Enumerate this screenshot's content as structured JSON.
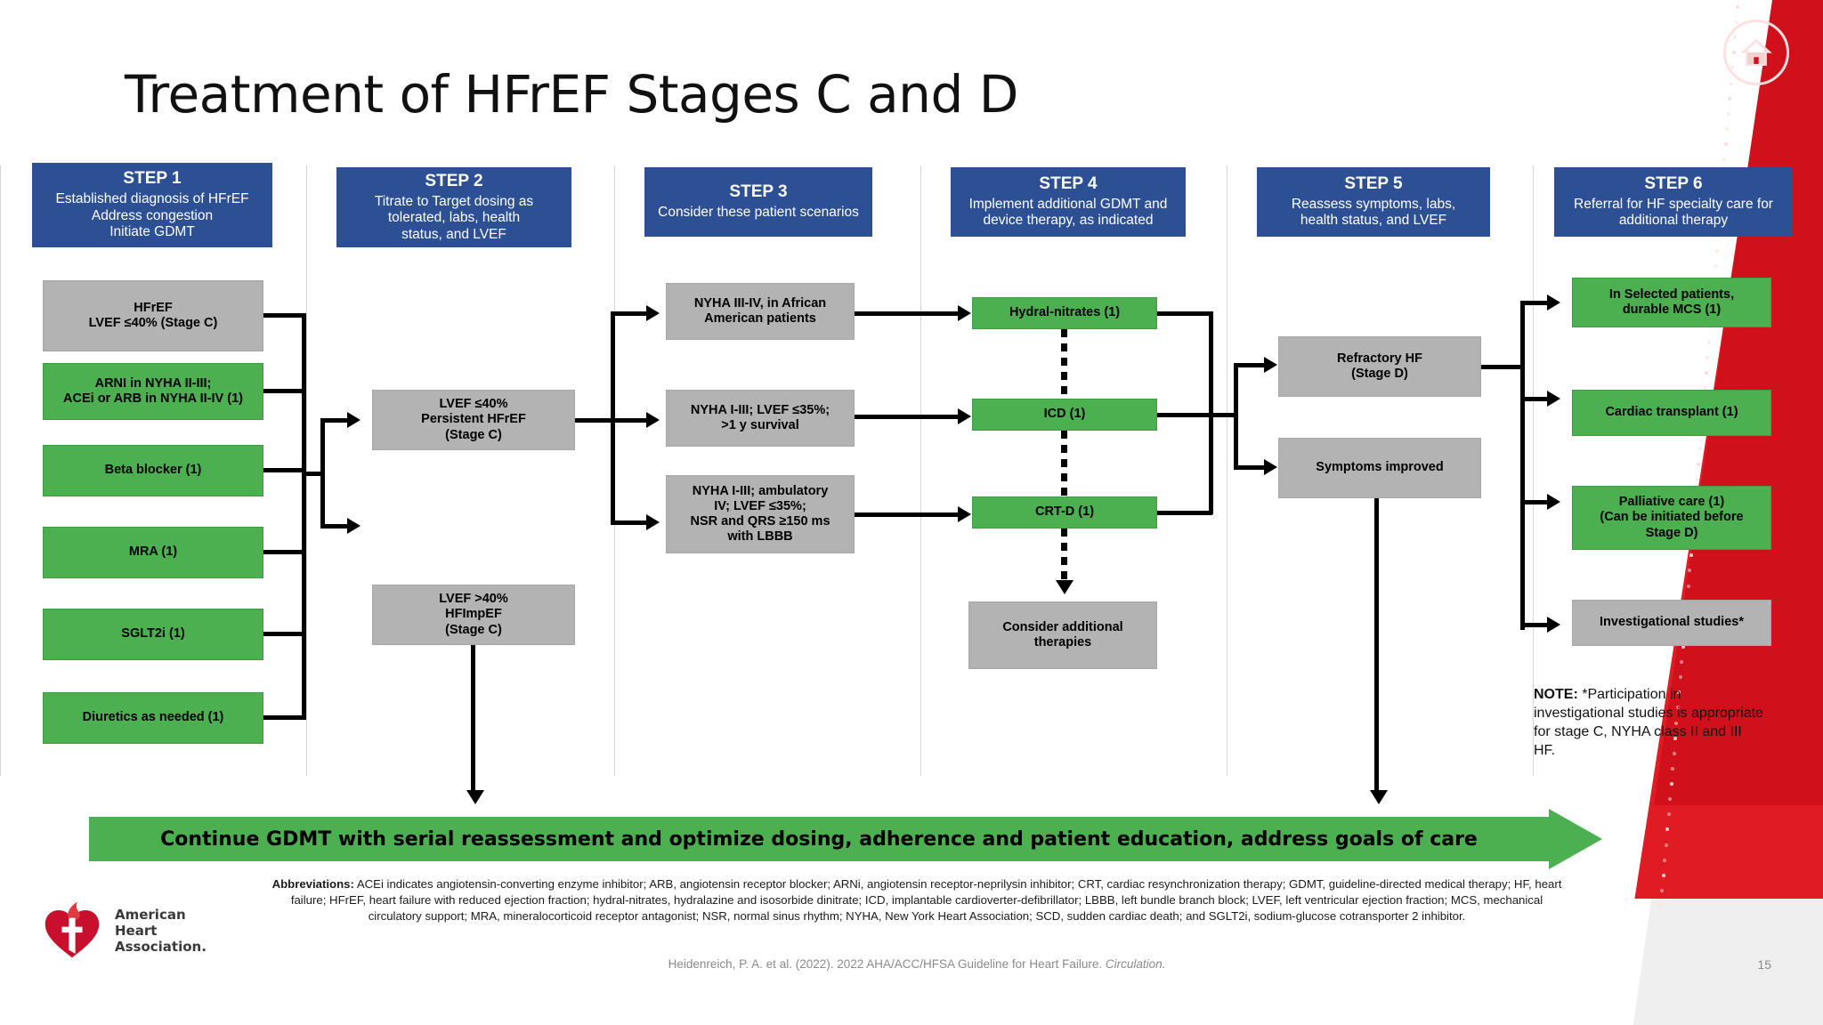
{
  "slide": {
    "title": "Treatment of HFrEF Stages C and D",
    "page_number": "15",
    "home_icon": "home-icon",
    "brand_red": "#d0111b",
    "accent_blue": "#2d5095",
    "accent_green": "#4caf50",
    "accent_grey": "#b3b3b3"
  },
  "steps": [
    {
      "title": "STEP 1",
      "subtitle": "Established diagnosis of HFrEF\nAddress congestion\nInitiate GDMT"
    },
    {
      "title": "STEP 2",
      "subtitle": "Titrate to Target dosing as\ntolerated, labs, health\nstatus, and LVEF"
    },
    {
      "title": "STEP 3",
      "subtitle": "Consider these patient scenarios"
    },
    {
      "title": "STEP 4",
      "subtitle": "Implement additional GDMT and\ndevice therapy, as indicated"
    },
    {
      "title": "STEP 5",
      "subtitle": "Reassess symptoms, labs,\nhealth status, and LVEF"
    },
    {
      "title": "STEP 6",
      "subtitle": "Referral for HF specialty care for\nadditional therapy"
    }
  ],
  "col1": [
    {
      "label": "HFrEF\nLVEF ≤40% (Stage C)",
      "color": "grey"
    },
    {
      "label": "ARNI in NYHA II-III;\nACEi or ARB in NYHA II-IV (1)",
      "color": "green"
    },
    {
      "label": "Beta blocker (1)",
      "color": "green"
    },
    {
      "label": "MRA (1)",
      "color": "green"
    },
    {
      "label": "SGLT2i (1)",
      "color": "green"
    },
    {
      "label": "Diuretics as needed (1)",
      "color": "green"
    }
  ],
  "col2": [
    {
      "label": "LVEF ≤40%\nPersistent HFrEF\n(Stage C)",
      "color": "grey"
    },
    {
      "label": "LVEF >40%\nHFImpEF\n(Stage C)",
      "color": "grey"
    }
  ],
  "col3": [
    {
      "label": "NYHA III-IV, in African\nAmerican patients",
      "color": "grey"
    },
    {
      "label": "NYHA I-III; LVEF ≤35%;\n>1 y survival",
      "color": "grey"
    },
    {
      "label": "NYHA I-III; ambulatory\nIV; LVEF ≤35%;\nNSR and QRS ≥150 ms\nwith LBBB",
      "color": "grey"
    }
  ],
  "col4": [
    {
      "label": "Hydral-nitrates (1)",
      "color": "green"
    },
    {
      "label": "ICD (1)",
      "color": "green"
    },
    {
      "label": "CRT-D (1)",
      "color": "green"
    },
    {
      "label": "Consider additional\ntherapies",
      "color": "grey"
    }
  ],
  "col5": [
    {
      "label": "Refractory HF\n(Stage D)",
      "color": "grey"
    },
    {
      "label": "Symptoms improved",
      "color": "grey"
    }
  ],
  "col6": [
    {
      "label": "In Selected patients,\ndurable MCS (1)",
      "color": "green"
    },
    {
      "label": "Cardiac transplant (1)",
      "color": "green"
    },
    {
      "label": "Palliative care (1)\n(Can be initiated before\nStage D)",
      "color": "green"
    },
    {
      "label": "Investigational studies*",
      "color": "grey"
    }
  ],
  "note": {
    "label": "NOTE:",
    "text": " *Participation in investigational studies is appropriate for stage C, NYHA class II and III HF."
  },
  "banner": {
    "text": "Continue GDMT with serial reassessment and optimize dosing, adherence and patient education, address goals of care"
  },
  "footer": {
    "abbrev_label": "Abbreviations:",
    "abbrev_text": " ACEi indicates angiotensin-converting enzyme inhibitor; ARB, angiotensin receptor blocker; ARNi, angiotensin receptor-neprilysin inhibitor; CRT, cardiac resynchronization therapy; GDMT, guideline-directed medical therapy; HF, heart failure;  HFrEF, heart failure with reduced ejection fraction; hydral-nitrates, hydralazine and isosorbide dinitrate; ICD, implantable cardioverter-defibrillator; LBBB, left bundle branch block; LVEF, left ventricular ejection fraction; MCS, mechanical circulatory support; MRA, mineralocorticoid receptor antagonist; NSR, normal sinus rhythm; NYHA, New York Heart Association; SCD, sudden cardiac death; and SGLT2i, sodium-glucose cotransporter 2 inhibitor.",
    "citation_plain": "Heidenreich, P. A. et al. (2022). 2022 AHA/ACC/HFSA Guideline for Heart Failure. ",
    "citation_italic": "Circulation."
  },
  "logo": {
    "line1": "American",
    "line2": "Heart",
    "line3": "Association."
  }
}
